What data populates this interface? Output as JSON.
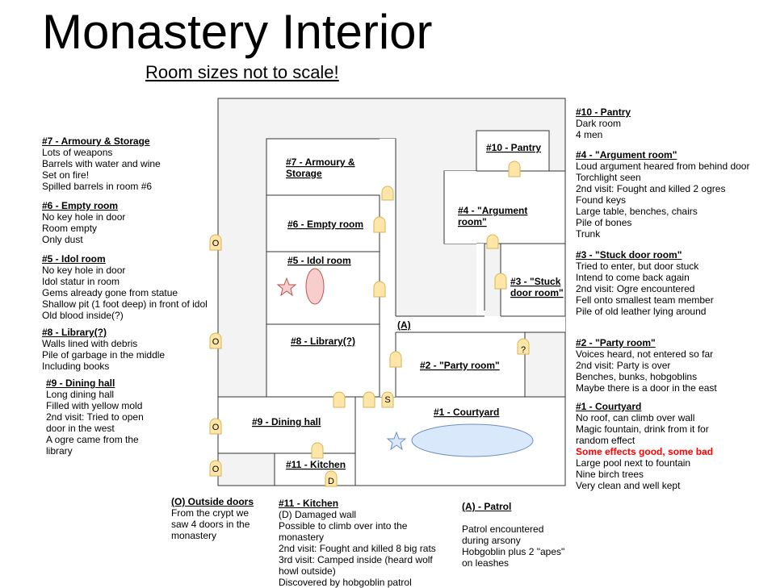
{
  "title": "Monastery Interior",
  "subtitle": "Room sizes not to scale!",
  "rooms": {
    "r7_l1": "#7 - Armoury &",
    "r7_l2": "Storage",
    "r6": "#6 - Empty room",
    "r5": "#5 - Idol room",
    "r8": "#8 - Library(?)",
    "r9": "#9 - Dining hall",
    "r11": "#11 - Kitchen",
    "r10": "#10 - Pantry",
    "r4_l1": "#4 - \"Argument",
    "r4_l2": "room\"",
    "r3_l1": "#3 - \"Stuck",
    "r3_l2": "door room\"",
    "r2": "#2 - \"Party room\"",
    "r1": "#1 - Courtyard",
    "patrol_marker": "(A)"
  },
  "markers": {
    "outside_door": "O",
    "secret": "S",
    "damaged": "D",
    "unknown": "?"
  },
  "notes": {
    "armoury": {
      "heading": "#7 - Armoury & Storage",
      "lines": [
        "Lots of weapons",
        "Barrels with water and wine",
        "Set on fire!",
        "Spilled barrels in room #6"
      ]
    },
    "empty": {
      "heading": "#6 - Empty room",
      "lines": [
        "No key hole in door",
        "Room empty",
        "Only dust"
      ]
    },
    "idol": {
      "heading": "#5 - Idol room",
      "lines": [
        "No key hole in door",
        "Idol statur in room",
        "Gems already gone from statue",
        "Shallow pit (1 foot deep) in front of idol",
        "Old blood inside(?)"
      ]
    },
    "library": {
      "heading": "#8 - Library(?)",
      "lines": [
        "Walls lined with debris",
        "Pile of garbage in the middle",
        "Including books"
      ]
    },
    "dining": {
      "heading": "#9 - Dining hall",
      "lines": [
        "Long dining hall",
        "Filled with yellow mold",
        "2nd visit: Tried to open",
        "door in the west",
        "A ogre came from the",
        "library"
      ]
    },
    "outside": {
      "heading": "(O) Outside doors",
      "lines": [
        "From the crypt we",
        "saw 4 doors in the",
        "monastery"
      ]
    },
    "kitchen": {
      "heading": "#11 - Kitchen",
      "lines": [
        "(D) Damaged wall",
        "Possible to climb over into the",
        "monastery",
        "2nd visit: Fought and killed 8 big rats",
        "3rd visit: Camped inside (heard wolf",
        "howl outside)",
        "Discovered by hobgoblin patrol"
      ]
    },
    "patrol": {
      "heading": "(A) - Patrol",
      "lines": [
        "Patrol encountered",
        "during arsony",
        "Hobgoblin plus 2 \"apes\"",
        "on leashes"
      ]
    },
    "pantry": {
      "heading": "#10 - Pantry",
      "lines": [
        "Dark room",
        "4 men"
      ]
    },
    "argument": {
      "heading": "#4 - \"Argument room\"",
      "lines": [
        "Loud argument heared from behind door",
        "Torchlight seen",
        "2nd visit: Fought and killed 2 ogres",
        "Found keys",
        "Large table, benches, chairs",
        "Pile of bones",
        "Trunk"
      ]
    },
    "stuck": {
      "heading": "#3 - \"Stuck door room\"",
      "lines": [
        "Tried to enter, but door stuck",
        "Intend to come back again",
        "2nd visit: Ogre encountered",
        "Fell onto smallest team member",
        "Pile of old leather lying around"
      ]
    },
    "party": {
      "heading": "#2 - \"Party room\"",
      "lines": [
        "Voices heard, not entered so far",
        "2nd visit: Party is over",
        "Benches, bunks, hobgoblins",
        "Maybe there is a door in the east"
      ]
    },
    "courtyard": {
      "heading": "#1 - Courtyard",
      "lines": [
        "No roof, can climb over wall",
        "Magic fountain, drink from it for",
        "random effect",
        "Some effects good, some bad",
        "Large pool next to fountain",
        "Nine birch trees",
        "Very clean and well kept"
      ]
    }
  },
  "colors": {
    "hall": "#f3f3f3",
    "wall": "#333333",
    "door_fill": "#ffe6a8",
    "door_stroke": "#d6b656",
    "idol_fill": "#f8cecc",
    "idol_stroke": "#b85450",
    "pool_fill": "#dae8fc",
    "pool_stroke": "#6c8ebf",
    "highlight": "#ff0000"
  }
}
